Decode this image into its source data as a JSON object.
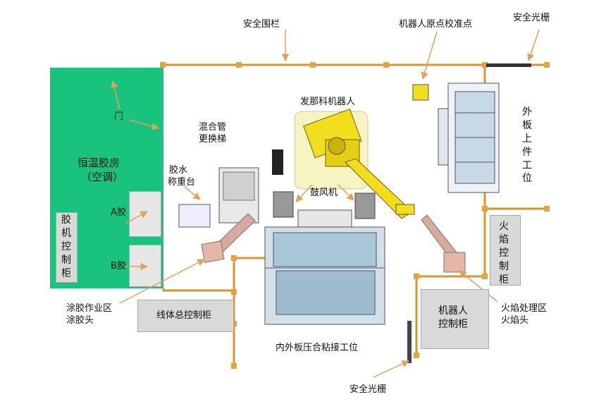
{
  "labels": {
    "safety_fence": "安全围栏",
    "robot_origin": "机器人原点校准点",
    "light_curtain_top": "安全光栅",
    "light_curtain_bottom": "安全光栅",
    "fanuc_robot": "发那科机器人",
    "outer_panel_station": "外板上件工位",
    "door": "门",
    "mix_tube_ladder_1": "混合管",
    "mix_tube_ladder_2": "更换梯",
    "thermo_room_1": "恒温胶房",
    "thermo_room_2": "（空调）",
    "glue_scale_1": "胶水",
    "glue_scale_2": "称重台",
    "blower": "鼓风机",
    "glue_a": "A胶",
    "glue_b": "B胶",
    "glue_cabinet": "胶机控制柜",
    "flame_cabinet": "火焰控制柜",
    "glue_area_1": "涂胶作业区",
    "glue_area_2": "涂胶头",
    "line_master": "线体总控制柜",
    "robot_cabinet_1": "机器人",
    "robot_cabinet_2": "控制柜",
    "flame_area_1": "火焰处理区",
    "flame_area_2": "火焰头",
    "hemming_station": "内外板压合粘接工位"
  },
  "colors": {
    "room_green": "#19c37d",
    "fence_orange": "#d9952e",
    "robot_yellow": "#f2de1c",
    "robot_zone": "#f8f3c2",
    "cabinet_gray": "#d9d9d9"
  }
}
